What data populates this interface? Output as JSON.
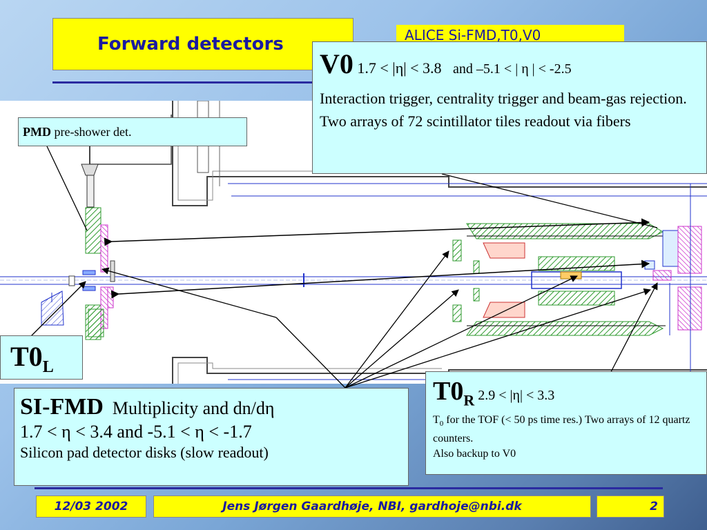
{
  "header": {
    "title": "Forward detectors",
    "subtitle": "ALICE Si-FMD,T0,V0"
  },
  "callouts": {
    "v0": {
      "name": "V0",
      "range": "1.7 < |η| < 3.8",
      "range2": "and –5.1 < | η | < -2.5",
      "description": "Interaction trigger, centrality trigger and beam-gas rejection. Two arrays of 72 scintillator tiles readout via fibers"
    },
    "pmd": {
      "name": "PMD",
      "description": "pre-shower det."
    },
    "t0l": {
      "name": "T0",
      "sub": "L"
    },
    "fmd": {
      "name": "SI-FMD",
      "line1": "Multiplicity and dn/dη",
      "line2": "1.7 < η < 3.4   and   -5.1 < η < -1.7",
      "line3": "Silicon pad detector disks (slow readout)"
    },
    "t0r": {
      "name": "T0",
      "sub": "R",
      "range": "2.9 < |η| < 3.3",
      "body_t": "T",
      "body_sub": "0",
      "body1": " for the TOF (< 50 ps time res.) Two arrays of 12 quartz counters.",
      "body2": "Also backup to V0"
    }
  },
  "footer": {
    "date": "12/03 2002",
    "author": "Jens Jørgen Gaardhøje, NBI, gardhoje@nbi.dk",
    "page": "2"
  },
  "colors": {
    "title_bg": "#ffff00",
    "title_text": "#1a1aa0",
    "callout_bg": "#ccffff",
    "fmd_green": "#2e9a2e",
    "v0_magenta": "#cc33cc",
    "t0_blue": "#2233cc"
  }
}
